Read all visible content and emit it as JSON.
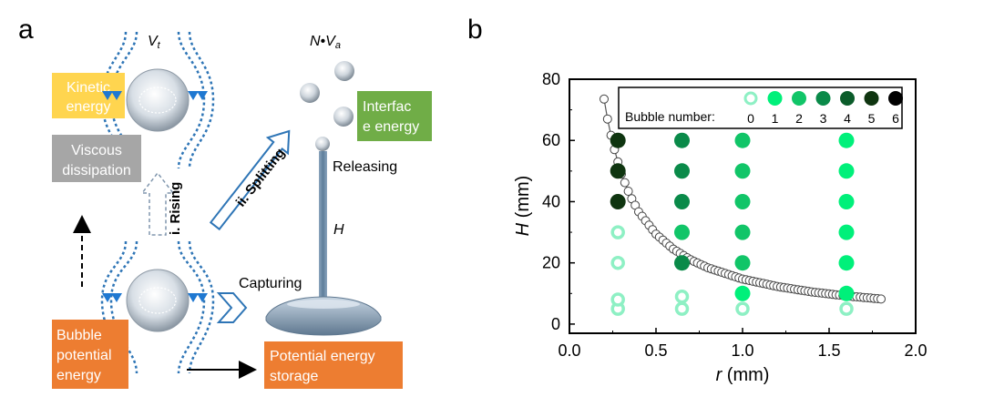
{
  "panel_a": {
    "letter": "a",
    "vt": "V",
    "vt_sub": "t",
    "nva_n": "N",
    "nva_dot": "•",
    "nva_v": "V",
    "nva_sub": "a",
    "kinetic": [
      "Kinetic",
      "energy"
    ],
    "viscous": [
      "Viscous",
      "dissipation"
    ],
    "interface": [
      "Interfac",
      "e energy"
    ],
    "bubble_potential": [
      "Bubble",
      "potential",
      "energy"
    ],
    "potential_storage": [
      "Potential energy",
      "storage"
    ],
    "rising": "i. Rising",
    "splitting": "ii. Splitting",
    "releasing": "Releasing",
    "h": "H",
    "capturing": "Capturing",
    "colors": {
      "yellow": "#ffd54f",
      "gray": "#a6a6a6",
      "green": "#70ad47",
      "orange": "#ed7d31",
      "stream": "#2e75b6",
      "arrowhead": "#1f78d1",
      "pole": "#6d8fb0"
    }
  },
  "panel_b": {
    "letter": "b",
    "legend_title": "Bubble number:",
    "legend_nums": [
      "0",
      "1",
      "2",
      "3",
      "4",
      "5",
      "6"
    ],
    "legend_colors": [
      "#8ef0c4",
      "#00f07a",
      "#11c568",
      "#0a8a49",
      "#0b5c2a",
      "#0f3510",
      "#000000"
    ]
  },
  "chart_data": {
    "type": "scatter",
    "xlabel": "r (mm)",
    "ylabel": "H (mm)",
    "xlim": [
      0,
      2.0
    ],
    "ylim": [
      -3,
      80
    ],
    "xticks": [
      "0.0",
      "0.5",
      "1.0",
      "1.5",
      "2.0"
    ],
    "yticks": [
      "0",
      "20",
      "40",
      "60",
      "80"
    ],
    "points": [
      {
        "r": 0.28,
        "H": 5,
        "n": 0
      },
      {
        "r": 0.28,
        "H": 8,
        "n": 0
      },
      {
        "r": 0.28,
        "H": 20,
        "n": 0
      },
      {
        "r": 0.28,
        "H": 30,
        "n": 0
      },
      {
        "r": 0.28,
        "H": 40,
        "n": 5
      },
      {
        "r": 0.28,
        "H": 50,
        "n": 5
      },
      {
        "r": 0.28,
        "H": 60,
        "n": 5
      },
      {
        "r": 0.65,
        "H": 5,
        "n": 0
      },
      {
        "r": 0.65,
        "H": 9,
        "n": 0
      },
      {
        "r": 0.65,
        "H": 20,
        "n": 3
      },
      {
        "r": 0.65,
        "H": 30,
        "n": 2
      },
      {
        "r": 0.65,
        "H": 40,
        "n": 3
      },
      {
        "r": 0.65,
        "H": 50,
        "n": 3
      },
      {
        "r": 0.65,
        "H": 60,
        "n": 3
      },
      {
        "r": 1.0,
        "H": 5,
        "n": 0
      },
      {
        "r": 1.0,
        "H": 10,
        "n": 1
      },
      {
        "r": 1.0,
        "H": 20,
        "n": 2
      },
      {
        "r": 1.0,
        "H": 30,
        "n": 2
      },
      {
        "r": 1.0,
        "H": 40,
        "n": 2
      },
      {
        "r": 1.0,
        "H": 50,
        "n": 2
      },
      {
        "r": 1.0,
        "H": 60,
        "n": 2
      },
      {
        "r": 1.6,
        "H": 5,
        "n": 0
      },
      {
        "r": 1.6,
        "H": 10,
        "n": 1
      },
      {
        "r": 1.6,
        "H": 20,
        "n": 1
      },
      {
        "r": 1.6,
        "H": 30,
        "n": 1
      },
      {
        "r": 1.6,
        "H": 40,
        "n": 1
      },
      {
        "r": 1.6,
        "H": 50,
        "n": 1
      },
      {
        "r": 1.6,
        "H": 60,
        "n": 1
      }
    ],
    "curve": [
      {
        "r": 0.2,
        "H": 73.5
      },
      {
        "r": 0.22,
        "H": 67
      },
      {
        "r": 0.25,
        "H": 59
      },
      {
        "r": 0.3,
        "H": 49
      },
      {
        "r": 0.35,
        "H": 42
      },
      {
        "r": 0.4,
        "H": 36.7
      },
      {
        "r": 0.5,
        "H": 29.4
      },
      {
        "r": 0.6,
        "H": 24.5
      },
      {
        "r": 0.7,
        "H": 21
      },
      {
        "r": 0.8,
        "H": 18.4
      },
      {
        "r": 1.0,
        "H": 14.7
      },
      {
        "r": 1.2,
        "H": 12.3
      },
      {
        "r": 1.4,
        "H": 10.5
      },
      {
        "r": 1.6,
        "H": 9.2
      },
      {
        "r": 1.8,
        "H": 8.2
      }
    ]
  }
}
